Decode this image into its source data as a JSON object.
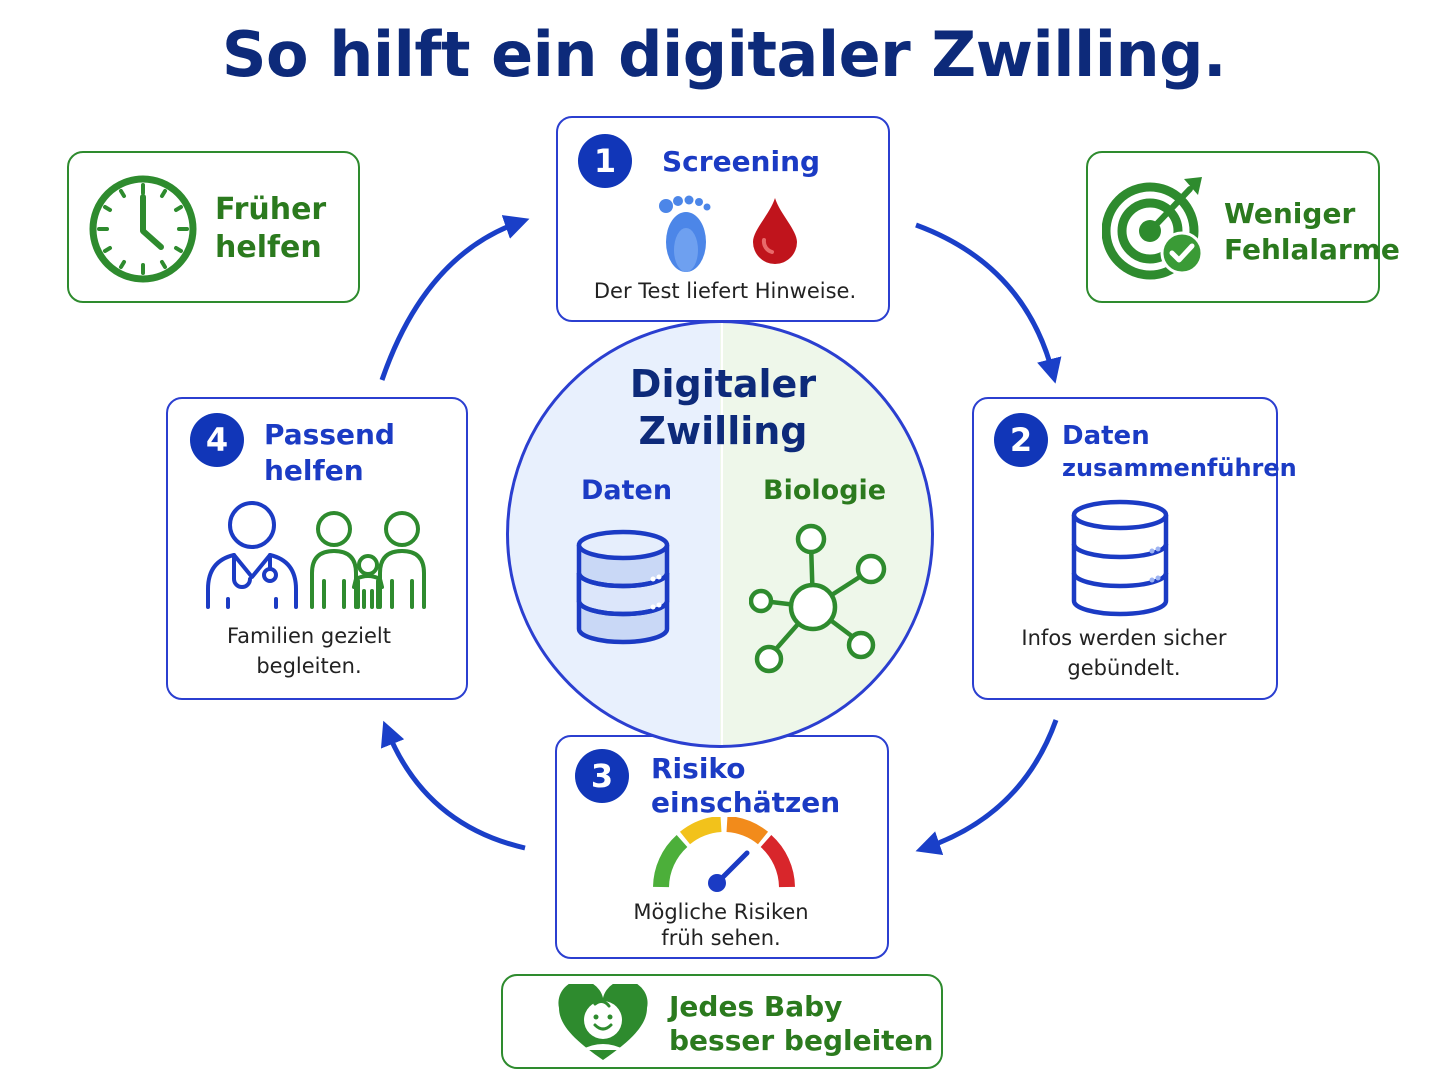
{
  "title": "So hilft ein digitaler Zwilling.",
  "center": {
    "title_line1": "Digitaler",
    "title_line2": "Zwilling",
    "left_label": "Daten",
    "right_label": "Biologie"
  },
  "steps": [
    {
      "number": "1",
      "title_line1": "Screening",
      "title_line2": "",
      "desc_line1": "Der Test liefert Hinweise.",
      "desc_line2": "",
      "icons": [
        "footprint-icon",
        "blood-drop-icon"
      ]
    },
    {
      "number": "2",
      "title_line1": "Daten",
      "title_line2": "zusammenführen",
      "desc_line1": "Infos werden sicher",
      "desc_line2": "gebündelt.",
      "icons": [
        "database-icon"
      ]
    },
    {
      "number": "3",
      "title_line1": "Risiko",
      "title_line2": "einschätzen",
      "desc_line1": "Mögliche Risiken",
      "desc_line2": "früh sehen.",
      "icons": [
        "gauge-icon"
      ]
    },
    {
      "number": "4",
      "title_line1": "Passend",
      "title_line2": "helfen",
      "desc_line1": "Familien gezielt",
      "desc_line2": "begleiten.",
      "icons": [
        "doctor-icon",
        "family-icon"
      ]
    }
  ],
  "benefits": [
    {
      "line1": "Früher",
      "line2": "helfen",
      "icon": "clock-icon"
    },
    {
      "line1": "Weniger",
      "line2": "Fehlalarme",
      "icon": "target-icon"
    },
    {
      "line1": "Jedes Baby",
      "line2": "besser begleiten",
      "icon": "baby-heart-icon"
    }
  ],
  "colors": {
    "title": "#0d2a7a",
    "step_blue": "#1b3bc4",
    "number_badge": "#1136b8",
    "benefit_green": "#2e8b2e",
    "arrow": "#1a3fc8",
    "blood": "#c0141c",
    "gauge": [
      "#4caf3a",
      "#f2c21b",
      "#f28b1b",
      "#d8262b"
    ]
  }
}
